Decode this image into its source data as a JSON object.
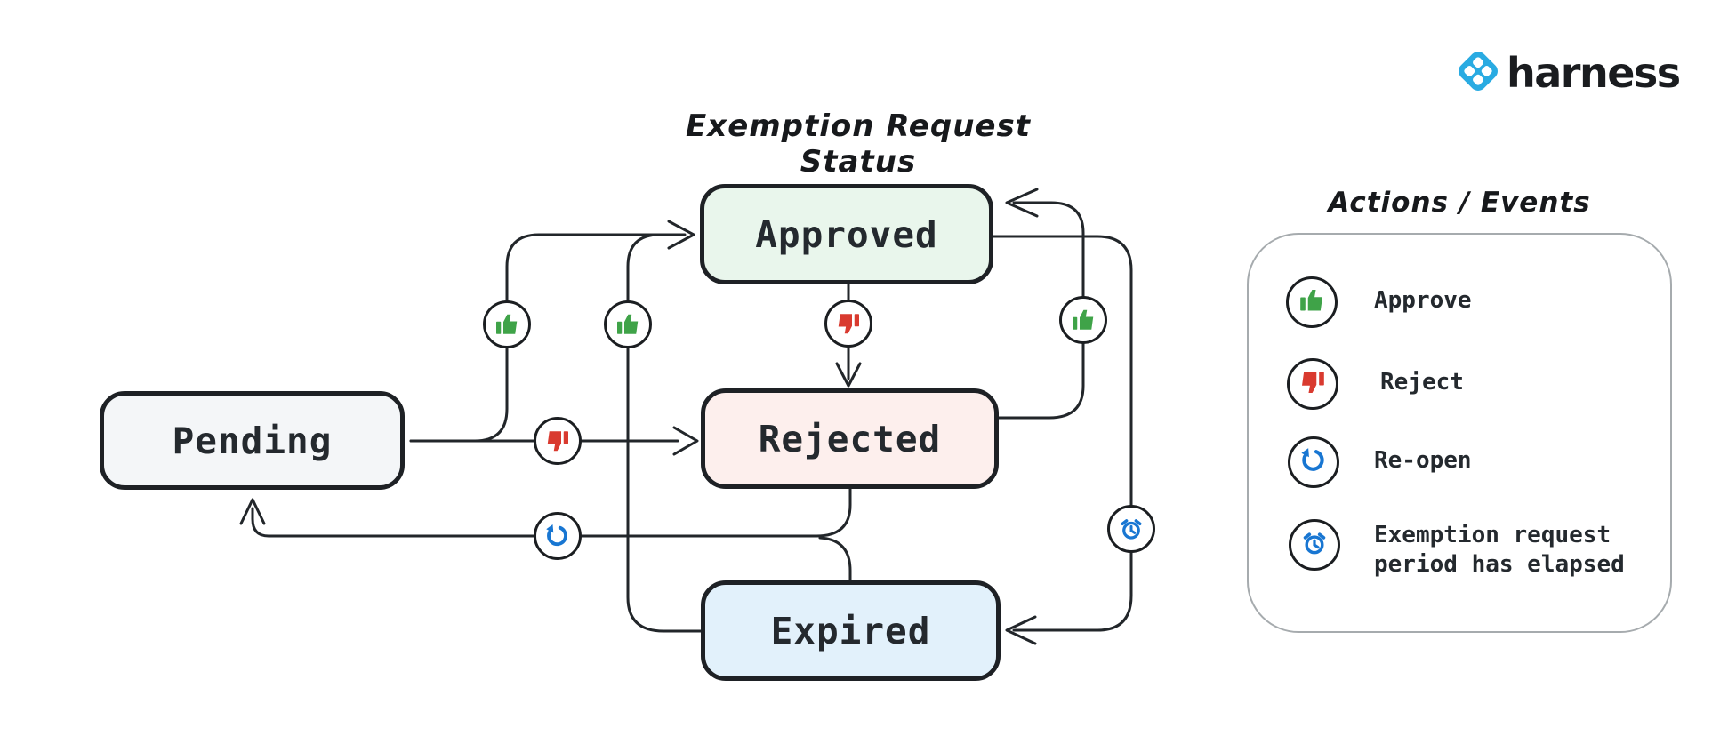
{
  "page": {
    "title": "Exemption Request Status"
  },
  "brand": {
    "name": "harness",
    "logo_color": "#29abe2",
    "text_color": "#1a1c1f"
  },
  "diagram": {
    "states": [
      {
        "id": "pending",
        "label": "Pending",
        "fill": "#f4f6f8"
      },
      {
        "id": "approved",
        "label": "Approved",
        "fill": "#e9f6ec"
      },
      {
        "id": "rejected",
        "label": "Rejected",
        "fill": "#fdefed"
      },
      {
        "id": "expired",
        "label": "Expired",
        "fill": "#e2f1fb"
      }
    ],
    "transitions": [
      {
        "from": "Pending",
        "to": "Approved",
        "action": "Approve"
      },
      {
        "from": "Pending",
        "to": "Rejected",
        "action": "Reject"
      },
      {
        "from": "Approved",
        "to": "Rejected",
        "action": "Reject"
      },
      {
        "from": "Approved",
        "to": "Expired",
        "action": "Exemption request period has elapsed"
      },
      {
        "from": "Rejected",
        "to": "Approved",
        "action": "Approve"
      },
      {
        "from": "Expired",
        "to": "Approved",
        "action": "Approve"
      },
      {
        "from": "Rejected",
        "to": "Pending",
        "action": "Re-open"
      },
      {
        "from": "Expired",
        "to": "Pending",
        "action": "Re-open"
      }
    ]
  },
  "legend": {
    "title": "Actions / Events",
    "items": [
      {
        "icon": "thumbs-up-icon",
        "label": "Approve",
        "color": "#3fa348"
      },
      {
        "icon": "thumbs-down-icon",
        "label": "Reject",
        "color": "#d93a2f"
      },
      {
        "icon": "reopen-icon",
        "label": "Re-open",
        "color": "#1876d2"
      },
      {
        "icon": "alarm-clock-icon",
        "label": "Exemption request period has elapsed",
        "color": "#1876d2"
      }
    ]
  },
  "colors": {
    "approve_green": "#3fa348",
    "reject_red": "#d93a2f",
    "event_blue": "#1876d2",
    "wire": "#22262a",
    "box_border": "#1e2125",
    "legend_border": "#a6abae"
  }
}
